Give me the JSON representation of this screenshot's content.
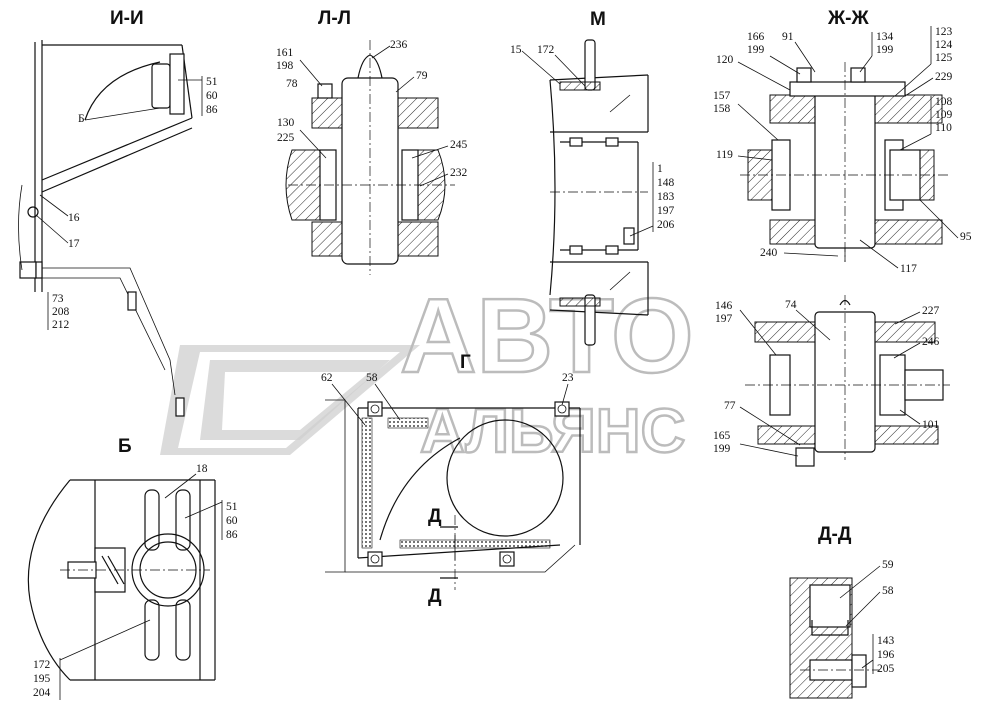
{
  "views": {
    "ii": {
      "title": "И-И",
      "labels_a": [
        "51",
        "60",
        "86"
      ],
      "label_16": "16",
      "label_17": "17",
      "labels_b": [
        "73",
        "208",
        "212"
      ],
      "marker": "Б"
    },
    "ll": {
      "title": "Л-Л",
      "labels_tl": [
        "161",
        "198"
      ],
      "label_236": "236",
      "label_78": "78",
      "label_79": "79",
      "labels_ml": [
        "130",
        "225"
      ],
      "label_245": "245",
      "label_232": "232"
    },
    "m": {
      "title": "М",
      "label_15": "15",
      "label_172": "172",
      "labels_r": [
        "1",
        "148",
        "183",
        "197",
        "206"
      ]
    },
    "zz": {
      "title": "Ж-Ж",
      "labels_a": [
        "166",
        "199"
      ],
      "label_91": "91",
      "labels_b": [
        "134",
        "199"
      ],
      "labels_c": [
        "123",
        "124",
        "125"
      ],
      "label_120": "120",
      "label_229": "229",
      "labels_d": [
        "157",
        "158"
      ],
      "labels_e": [
        "108",
        "109",
        "110"
      ],
      "label_119": "119",
      "label_95": "95",
      "label_240": "240",
      "label_117": "117"
    },
    "zz2": {
      "labels_a": [
        "146",
        "197"
      ],
      "label_74": "74",
      "label_227": "227",
      "label_246": "246",
      "label_77": "77",
      "label_101": "101",
      "labels_b": [
        "165",
        "199"
      ]
    },
    "g": {
      "title": "Г",
      "label_62": "62",
      "label_58": "58",
      "label_23": "23",
      "marker": "Д"
    },
    "b": {
      "title": "Б",
      "label_18": "18",
      "labels_a": [
        "51",
        "60",
        "86"
      ],
      "labels_b": [
        "172",
        "195",
        "204"
      ]
    },
    "dd": {
      "title": "Д-Д",
      "label_59": "59",
      "label_58": "58",
      "labels_a": [
        "143",
        "196",
        "205"
      ]
    }
  },
  "watermark": {
    "line1": "АВТО",
    "line2": "АЛЬЯНС"
  },
  "colors": {
    "ink": "#111111",
    "watermark": "#c8c8c8",
    "background": "#ffffff"
  }
}
